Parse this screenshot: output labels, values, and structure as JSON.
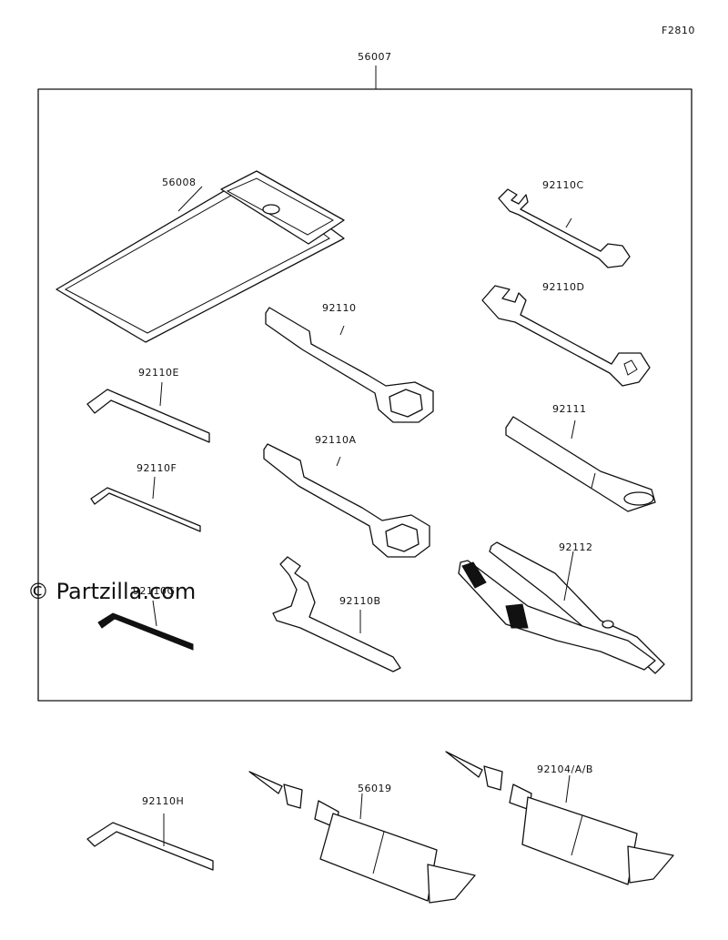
{
  "figure_code": "F2810",
  "watermark": "© Partzilla.com",
  "kit_label": "56007",
  "parts": {
    "p56008": "56008",
    "p92110C": "92110C",
    "p92110D": "92110D",
    "p92110": "92110",
    "p92110E": "92110E",
    "p92110F": "92110F",
    "p92110G": "92110G",
    "p92110A": "92110A",
    "p92110B": "92110B",
    "p92111": "92111",
    "p92112": "92112",
    "p92110H": "92110H",
    "p56019": "56019",
    "p92104": "92104/A/B"
  }
}
